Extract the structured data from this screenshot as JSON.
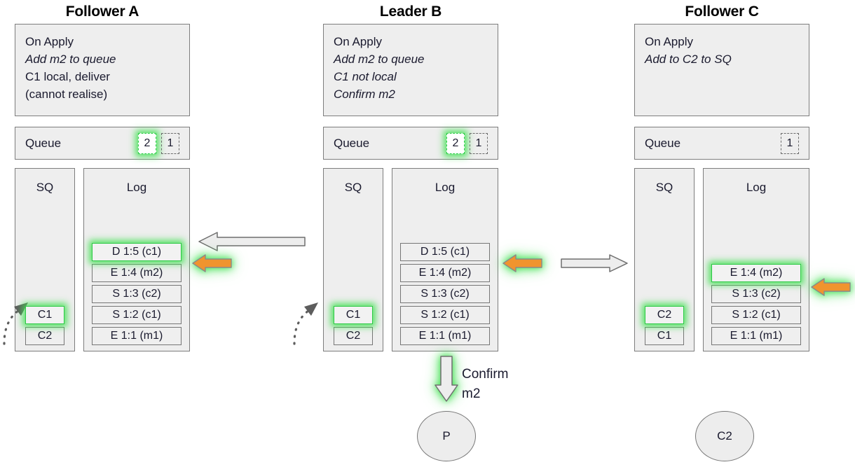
{
  "diagram": {
    "title_hidden": "",
    "columns": [
      {
        "id": "follower-a",
        "title": "Follower A",
        "apply": {
          "lines": [
            {
              "text": "On Apply",
              "italic": false
            },
            {
              "text": "Add m2 to queue",
              "italic": true
            },
            {
              "text": "C1 local, deliver",
              "italic": false
            },
            {
              "text": "(cannot realise)",
              "italic": false
            }
          ]
        },
        "queue": {
          "label": "Queue",
          "items": [
            {
              "value": "2",
              "highlighted": true
            },
            {
              "value": "1",
              "highlighted": false
            }
          ]
        },
        "sq": {
          "header": "SQ",
          "entries": [
            {
              "value": "C1",
              "highlighted": true
            },
            {
              "value": "C2",
              "highlighted": false
            }
          ]
        },
        "log": {
          "header": "Log",
          "entries": [
            {
              "value": "D 1:5 (c1)",
              "highlighted": true
            },
            {
              "value": "E 1:4 (m2)",
              "highlighted": false
            },
            {
              "value": "S 1:3 (c2)",
              "highlighted": false
            },
            {
              "value": "S 1:2 (c1)",
              "highlighted": false
            },
            {
              "value": "E 1:1 (m1)",
              "highlighted": false
            }
          ]
        }
      },
      {
        "id": "leader-b",
        "title": "Leader B",
        "apply": {
          "lines": [
            {
              "text": "On Apply",
              "italic": false
            },
            {
              "text": "Add m2 to queue",
              "italic": true
            },
            {
              "text": "C1 not local",
              "italic": true
            },
            {
              "text": "Confirm m2",
              "italic": true
            }
          ]
        },
        "queue": {
          "label": "Queue",
          "items": [
            {
              "value": "2",
              "highlighted": true
            },
            {
              "value": "1",
              "highlighted": false
            }
          ]
        },
        "sq": {
          "header": "SQ",
          "entries": [
            {
              "value": "C1",
              "highlighted": true
            },
            {
              "value": "C2",
              "highlighted": false
            }
          ]
        },
        "log": {
          "header": "Log",
          "entries": [
            {
              "value": "D 1:5 (c1)",
              "highlighted": false
            },
            {
              "value": "E 1:4 (m2)",
              "highlighted": false
            },
            {
              "value": "S 1:3 (c2)",
              "highlighted": false
            },
            {
              "value": "S 1:2 (c1)",
              "highlighted": false
            },
            {
              "value": "E 1:1 (m1)",
              "highlighted": false
            }
          ]
        }
      },
      {
        "id": "follower-c",
        "title": "Follower C",
        "apply": {
          "lines": [
            {
              "text": "On Apply",
              "italic": false
            },
            {
              "text": "Add to C2 to SQ",
              "italic": true
            }
          ]
        },
        "queue": {
          "label": "Queue",
          "items": [
            {
              "value": "1",
              "highlighted": false
            }
          ]
        },
        "sq": {
          "header": "SQ",
          "entries": [
            {
              "value": "C2",
              "highlighted": true
            },
            {
              "value": "C1",
              "highlighted": false
            }
          ]
        },
        "log": {
          "header": "Log",
          "entries": [
            {
              "value": "E 1:4 (m2)",
              "highlighted": true
            },
            {
              "value": "S 1:3 (c2)",
              "highlighted": false
            },
            {
              "value": "S 1:2 (c1)",
              "highlighted": false
            },
            {
              "value": "E 1:1 (m1)",
              "highlighted": false
            }
          ]
        }
      }
    ],
    "annotations": {
      "confirm_label": "Confirm\nm2"
    },
    "circles": [
      {
        "id": "client-p",
        "label": "P"
      },
      {
        "id": "client-c2",
        "label": "C2"
      }
    ],
    "arrows": [
      {
        "id": "replicate-b-to-a",
        "direction": "left",
        "style": "hollow-gray",
        "highlighted": false
      },
      {
        "id": "apply-pointer-a",
        "direction": "left",
        "style": "solid-orange",
        "highlighted": true
      },
      {
        "id": "apply-pointer-b",
        "direction": "left",
        "style": "solid-orange",
        "highlighted": true
      },
      {
        "id": "replicate-b-to-c",
        "direction": "right",
        "style": "hollow-gray",
        "highlighted": false
      },
      {
        "id": "apply-pointer-c",
        "direction": "left",
        "style": "solid-orange",
        "highlighted": true
      },
      {
        "id": "confirm-m2-down",
        "direction": "down",
        "style": "hollow-gray",
        "highlighted": true
      }
    ],
    "colors": {
      "panel_fill": "#eeeeee",
      "panel_border": "#7d7d7d",
      "highlight_green": "#40e050",
      "arrow_orange": "#f0942e",
      "arrow_gray_fill": "#ededed",
      "arrow_gray_border": "#6e6e6e",
      "text": "#1a1a2e"
    }
  }
}
